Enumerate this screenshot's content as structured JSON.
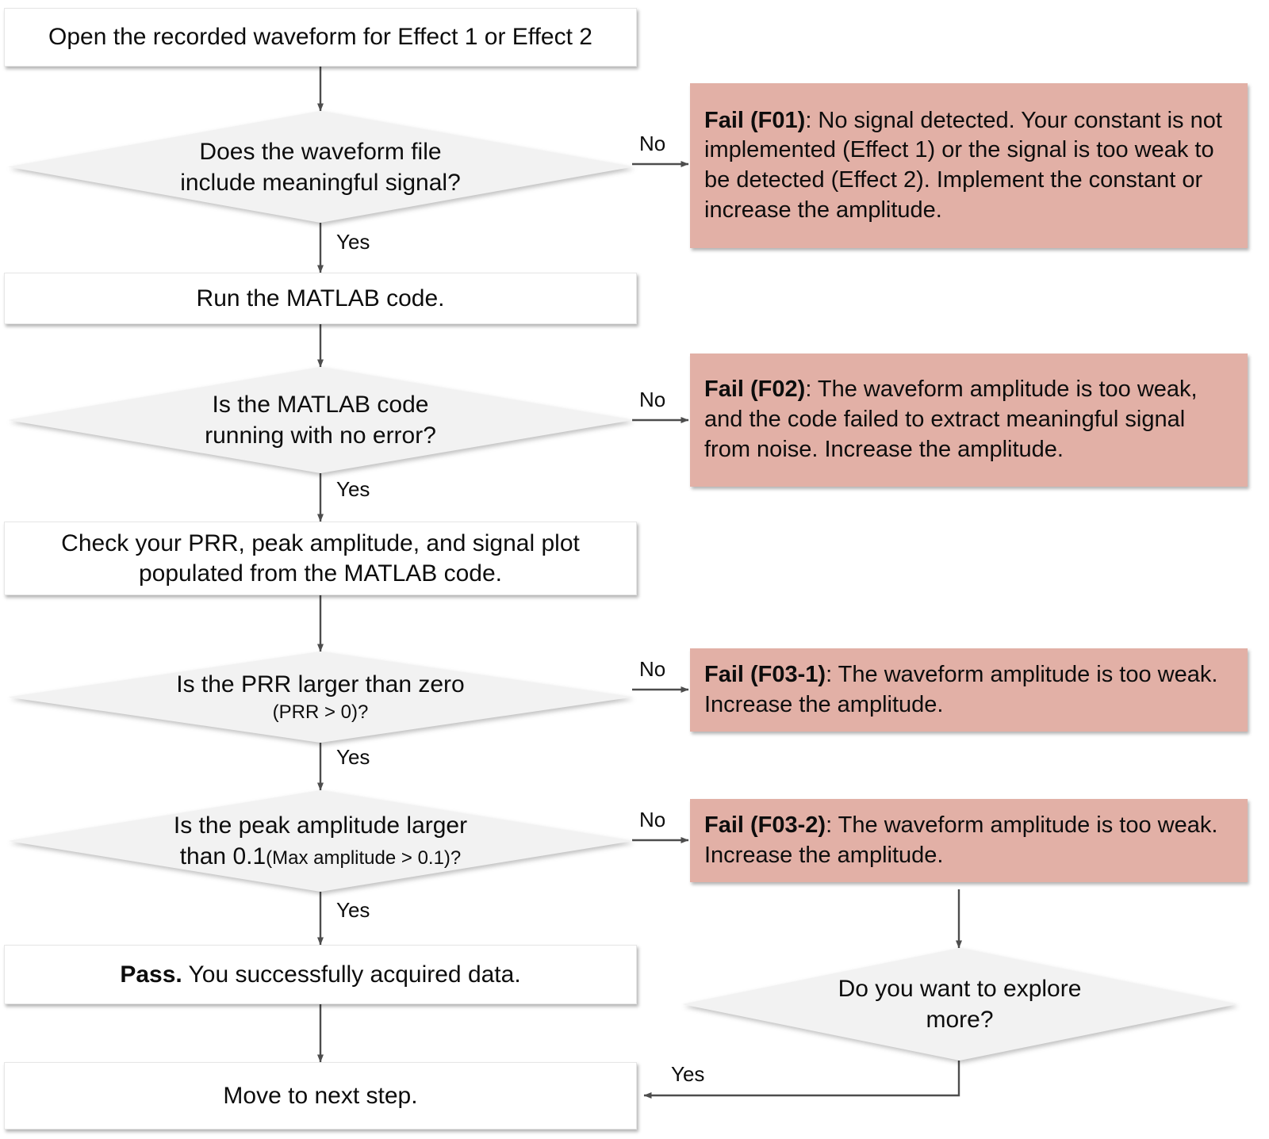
{
  "diagram": {
    "title": "Waveform acquisition troubleshooting flowchart",
    "colors": {
      "process_fill": "#FFFFFF",
      "decision_fill": "#F2F2F2",
      "fail_fill": "#E2B0A6",
      "connector": "#4D4D4D",
      "text": "#0D0D0D"
    }
  },
  "nodes": {
    "start": {
      "type": "process",
      "text": "Open the recorded waveform for Effect 1 or Effect 2"
    },
    "d1": {
      "type": "decision",
      "line1": "Does the waveform file",
      "line2": "include meaningful signal?"
    },
    "f01": {
      "type": "fail",
      "label": "Fail (F01)",
      "text": ": No signal detected. Your constant is not implemented (Effect 1) or the signal is too weak to be detected (Effect 2). Implement the constant or increase the amplitude."
    },
    "p2": {
      "type": "process",
      "text": "Run the MATLAB code."
    },
    "d2": {
      "type": "decision",
      "line1": "Is the MATLAB code",
      "line2": "running with no error?"
    },
    "f02": {
      "type": "fail",
      "label": "Fail (F02)",
      "text": ": The waveform amplitude is too weak, and the code failed to extract meaningful signal from noise. Increase the amplitude."
    },
    "p3": {
      "type": "process",
      "line1": "Check your PRR, peak amplitude, and signal plot",
      "line2": "populated from the MATLAB code."
    },
    "d3": {
      "type": "decision",
      "line1": "Is the PRR  larger than zero",
      "line2": "(PRR > 0)?"
    },
    "f03_1": {
      "type": "fail",
      "label": "Fail (F03-1)",
      "text": ": The waveform amplitude is too weak. Increase the amplitude."
    },
    "d4": {
      "type": "decision",
      "line1": "Is the peak amplitude larger",
      "line2_main": "than 0.1",
      "line2_small": "(Max amplitude > 0.1)?"
    },
    "f03_2": {
      "type": "fail",
      "label": "Fail (F03-2)",
      "text": ": The waveform amplitude is too weak. Increase the amplitude."
    },
    "pass": {
      "type": "process",
      "label": "Pass.",
      "text": " You successfully acquired data."
    },
    "d5": {
      "type": "decision",
      "line1": "Do you want to explore",
      "line2": "more?"
    },
    "next": {
      "type": "process",
      "text": "Move to next step."
    }
  },
  "edges": {
    "yes1": "Yes",
    "no1": "No",
    "yes2": "Yes",
    "no2": "No",
    "yes3": "Yes",
    "no3": "No",
    "yes4": "Yes",
    "no4": "No",
    "yes5": "Yes"
  }
}
